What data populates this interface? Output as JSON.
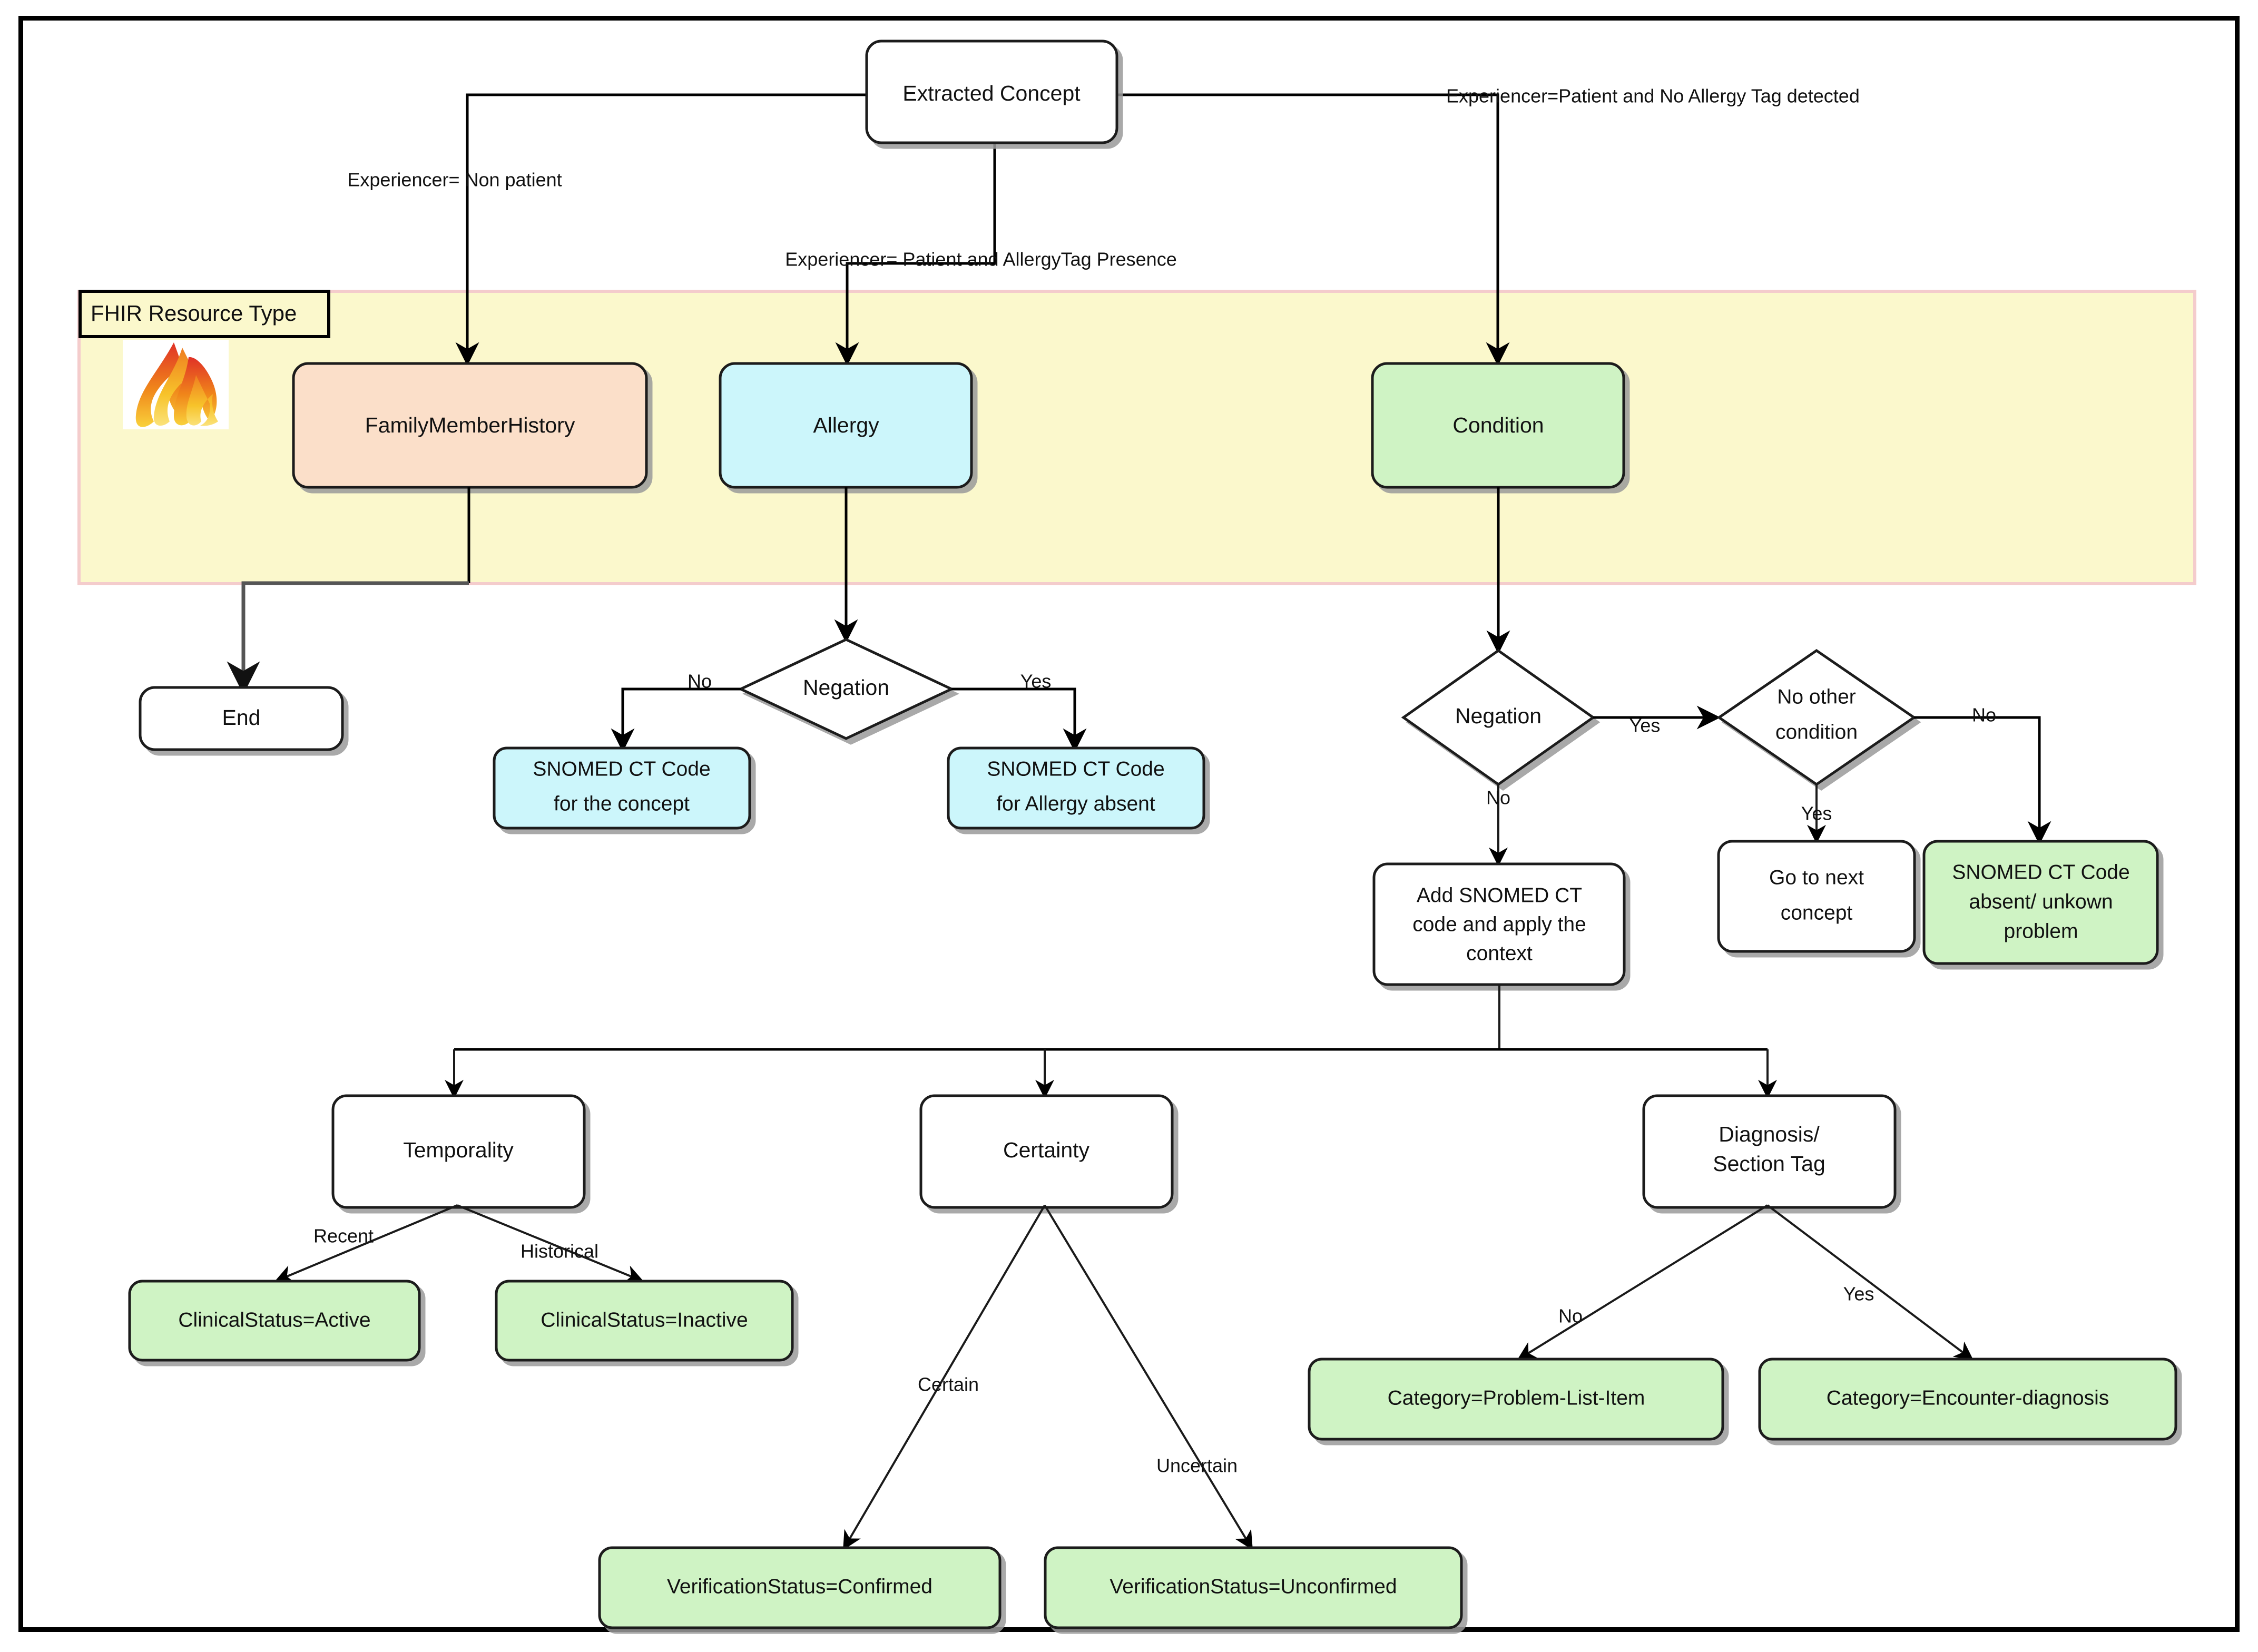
{
  "diagram": {
    "title_group": "FHIR Resource Type",
    "logo_icon": "fhir-flame-logo",
    "colors": {
      "band_fill": "#fbf8cc",
      "band_border": "#f4cccc",
      "peach": "#fbdfc9",
      "cyan": "#ccf6fb",
      "green": "#cff3c4",
      "white": "#ffffff",
      "line": "#1a1a1a"
    },
    "nodes": {
      "extracted_concept": "Extracted Concept",
      "family_member_history": "FamilyMemberHistory",
      "allergy": "Allergy",
      "condition": "Condition",
      "end": "End",
      "negation_allergy": "Negation",
      "snomed_concept_l1": "SNOMED CT Code",
      "snomed_concept_l2": "for the concept",
      "snomed_allergy_absent_l1": "SNOMED CT Code",
      "snomed_allergy_absent_l2": "for Allergy absent",
      "negation_condition": "Negation",
      "no_other_condition_l1": "No other",
      "no_other_condition_l2": "condition",
      "go_to_next_l1": "Go to next",
      "go_to_next_l2": "concept",
      "snomed_absent_unknown_l1": "SNOMED CT Code",
      "snomed_absent_unknown_l2": "absent/ unkown",
      "snomed_absent_unknown_l3": "problem",
      "add_snomed_l1": "Add SNOMED CT",
      "add_snomed_l2": "code and apply the",
      "add_snomed_l3": "context",
      "temporality": "Temporality",
      "certainty": "Certainty",
      "diagnosis_tag_l1": "Diagnosis/",
      "diagnosis_tag_l2": "Section Tag",
      "clinicalstatus_active": "ClinicalStatus=Active",
      "clinicalstatus_inactive": "ClinicalStatus=Inactive",
      "verification_confirmed": "VerificationStatus=Confirmed",
      "verification_unconfirmed": "VerificationStatus=Unconfirmed",
      "category_problem_list": "Category=Problem-List-Item",
      "category_encounter": "Category=Encounter-diagnosis"
    },
    "edge_labels": {
      "non_patient": "Experiencer= Non patient",
      "patient_allergy_tag": "Experiencer= Patient and AllergyTag  Presence",
      "patient_no_allergy": "Experiencer=Patient and  No Allergy Tag detected",
      "allergy_neg_no": "No",
      "allergy_neg_yes": "Yes",
      "cond_neg_yes": "Yes",
      "cond_neg_no": "No",
      "no_other_no": "No",
      "no_other_yes": "Yes",
      "temporality_recent": "Recent",
      "temporality_historical": "Historical",
      "certainty_certain": "Certain",
      "certainty_uncertain": "Uncertain",
      "diagnosis_no": "No",
      "diagnosis_yes": "Yes"
    }
  }
}
